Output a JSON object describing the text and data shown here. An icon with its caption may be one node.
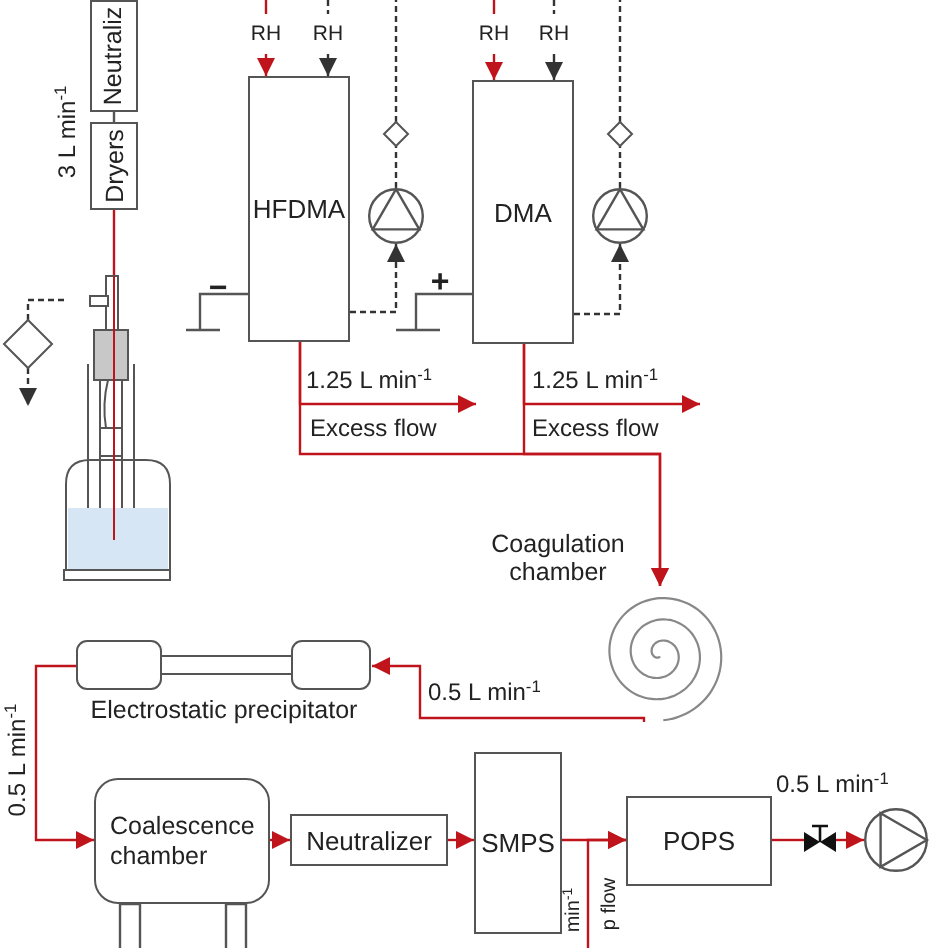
{
  "diagram": {
    "nodes": [
      {
        "text": [
          "Neutraliz"
        ]
      },
      {
        "text": [
          "Dryers"
        ]
      },
      {
        "text": [],
        "shape": "picture"
      },
      {
        "text": [],
        "shape": "diamond"
      },
      {
        "text": [
          "RH"
        ]
      },
      {
        "text": [
          "RH"
        ]
      },
      {
        "text": [
          "HFDMA"
        ]
      },
      {
        "text": [],
        "shape": "diamond"
      },
      {
        "text": [],
        "shape": "circle"
      },
      {
        "text": [
          "RH"
        ]
      },
      {
        "text": [
          "RH"
        ]
      },
      {
        "text": [
          "DMA"
        ]
      },
      {
        "text": [],
        "shape": "diamond"
      },
      {
        "text": [],
        "shape": "circle"
      },
      {
        "text": [
          "Coagulation chamber"
        ]
      },
      {
        "text": [
          "Electrostatic precipitator"
        ]
      },
      {
        "text": [
          "Coalescence chamber"
        ]
      },
      {
        "text": [
          "Neutralizer"
        ]
      },
      {
        "text": [
          "SMPS"
        ]
      },
      {
        "text": [
          "POPS"
        ]
      },
      {
        "text": [],
        "shape": "valve"
      },
      {
        "text": [],
        "shape": "circle"
      }
    ],
    "edges": [
      {
        "from": 2,
        "to": 1,
        "arrow": "none"
      },
      {
        "from": 1,
        "to": 0,
        "arrow": "none",
        "color": "#555555"
      },
      {
        "from": 2,
        "to": 3,
        "arrow": "none",
        "style": "dashed",
        "color": "#333333"
      },
      {
        "from": 3,
        "to": null,
        "arrow": "to",
        "style": "dashed",
        "color": "#333333"
      },
      {
        "from": null,
        "to": 4,
        "arrow": "none"
      },
      {
        "from": 4,
        "to": 6,
        "arrow": "to"
      },
      {
        "from": null,
        "to": 5,
        "arrow": "none",
        "style": "dashed",
        "color": "#333333"
      },
      {
        "from": 5,
        "to": 6,
        "arrow": "to",
        "color": "#333333"
      },
      {
        "from": 6,
        "to": 8,
        "arrow": "to",
        "style": "dashed",
        "color": "#333333"
      },
      {
        "from": 8,
        "to": 7,
        "arrow": "none",
        "style": "dashed",
        "color": "#333333"
      },
      {
        "from": 7,
        "to": null,
        "arrow": "none",
        "style": "dashed",
        "color": "#333333"
      },
      {
        "from": null,
        "to": 9,
        "arrow": "none"
      },
      {
        "from": 9,
        "to": 11,
        "arrow": "to"
      },
      {
        "from": null,
        "to": 10,
        "arrow": "none",
        "style": "dashed",
        "color": "#333333"
      },
      {
        "from": 10,
        "to": 11,
        "arrow": "to",
        "color": "#333333"
      },
      {
        "from": 11,
        "to": 13,
        "arrow": "to",
        "style": "dashed",
        "color": "#333333"
      },
      {
        "from": 13,
        "to": 12,
        "arrow": "none",
        "style": "dashed",
        "color": "#333333"
      },
      {
        "from": 12,
        "to": null,
        "arrow": "none",
        "style": "dashed",
        "color": "#333333"
      },
      {
        "from": 6,
        "to": null,
        "arrow": "to",
        "label": "1.25 L min$^{-1}$"
      },
      {
        "from": 11,
        "to": null,
        "arrow": "to",
        "label": "1.25 L min$^{-1}$"
      },
      {
        "from": 6,
        "to": 14,
        "arrow": "to"
      },
      {
        "from": 11,
        "to": 14,
        "arrow": "to"
      },
      {
        "from": 14,
        "to": 15,
        "arrow": "to",
        "label": "0.5 L min$^{-1}$"
      },
      {
        "from": 15,
        "to": 16,
        "arrow": "to"
      },
      {
        "from": 16,
        "to": 17,
        "arrow": "to"
      },
      {
        "from": 17,
        "to": 18,
        "arrow": "to"
      },
      {
        "from": 18,
        "to": 19,
        "arrow": "to"
      },
      {
        "from": null,
        "to": 19,
        "arrow": "to"
      },
      {
        "from": 19,
        "to": 20,
        "arrow": "none"
      },
      {
        "from": 20,
        "to": 21,
        "arrow": "to"
      }
    ],
    "labels": [
      "3 L min$^{-1}$",
      "−",
      "+",
      "Excess flow",
      "Excess flow",
      "0.5 L min$^{-1}$",
      "0.5 L min$^{-1}$",
      "min$^{-1}$",
      "p flow"
    ]
  }
}
